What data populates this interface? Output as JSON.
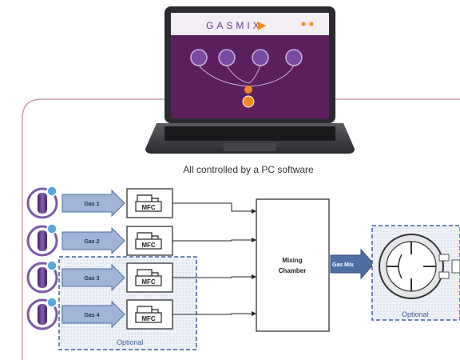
{
  "app": {
    "brand": "GASMIX",
    "brand_accent": "#f28a1e",
    "screen_color": "#5a1f5c"
  },
  "caption": "All controlled by a PC software",
  "gas_lines": [
    {
      "label": "Gas 1",
      "device": "MFC"
    },
    {
      "label": "Gas 2",
      "device": "MFC"
    },
    {
      "label": "Gas 3",
      "device": "MFC"
    },
    {
      "label": "Gas 4",
      "device": "MFC"
    }
  ],
  "optional_left": "Optional",
  "chamber": {
    "line1": "Mixing",
    "line2": "Chamber"
  },
  "output_arrow": "Gas Mix",
  "optional_right": "Optional",
  "colors": {
    "frame": "#c9a0a6",
    "arrow_fill": "#9fb4d6",
    "arrow_stroke": "#4f6fa3",
    "optional_border": "#3f5f9a",
    "optional_fill": "#eef1f7",
    "cylinder": "#6a3c8f"
  }
}
